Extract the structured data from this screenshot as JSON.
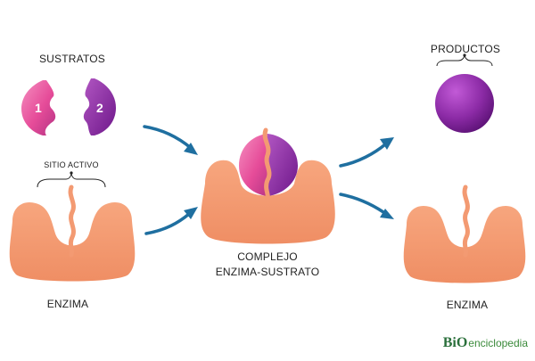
{
  "labels": {
    "sustratos": "SUSTRATOS",
    "sitio_activo": "SITIO ACTIVO",
    "enzima_left": "ENZIMA",
    "complejo_line1": "COMPLEJO",
    "complejo_line2": "ENZIMA-SUSTRATO",
    "productos": "PRODUCTOS",
    "enzima_right": "ENZIMA"
  },
  "substrate_numbers": {
    "one": "1",
    "two": "2"
  },
  "logo": {
    "mark": "BiO",
    "text": "enciclopedia"
  },
  "colors": {
    "enzyme": "#f39a72",
    "enzyme_dark": "#e88a62",
    "substrate1_a": "#f05aa0",
    "substrate1_b": "#c23c8b",
    "substrate2_a": "#a13fb0",
    "substrate2_b": "#7a1c91",
    "product_a": "#b04fcc",
    "product_b": "#6a1483",
    "arrow": "#1f6fa0",
    "strand": "#f39a72"
  }
}
